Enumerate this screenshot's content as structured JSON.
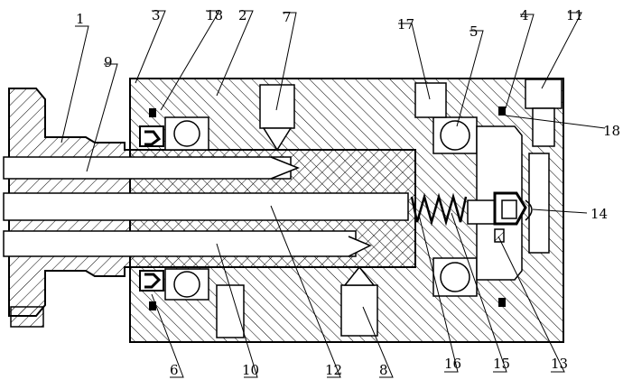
{
  "callouts": [
    {
      "id": "1",
      "text": "1"
    },
    {
      "id": "2",
      "text": "2"
    },
    {
      "id": "3",
      "text": "3"
    },
    {
      "id": "4",
      "text": "4"
    },
    {
      "id": "5",
      "text": "5"
    },
    {
      "id": "6",
      "text": "6"
    },
    {
      "id": "7",
      "text": "7"
    },
    {
      "id": "8",
      "text": "8"
    },
    {
      "id": "9",
      "text": "9"
    },
    {
      "id": "10",
      "text": "10"
    },
    {
      "id": "11",
      "text": "11"
    },
    {
      "id": "12",
      "text": "12"
    },
    {
      "id": "13",
      "text": "13"
    },
    {
      "id": "14",
      "text": "14"
    },
    {
      "id": "15",
      "text": "15"
    },
    {
      "id": "16",
      "text": "16"
    },
    {
      "id": "17",
      "text": "17"
    },
    {
      "id": "18a",
      "text": "18"
    },
    {
      "id": "18b",
      "text": "18"
    }
  ],
  "colors": {
    "ink": "#000000",
    "paper": "#ffffff"
  }
}
